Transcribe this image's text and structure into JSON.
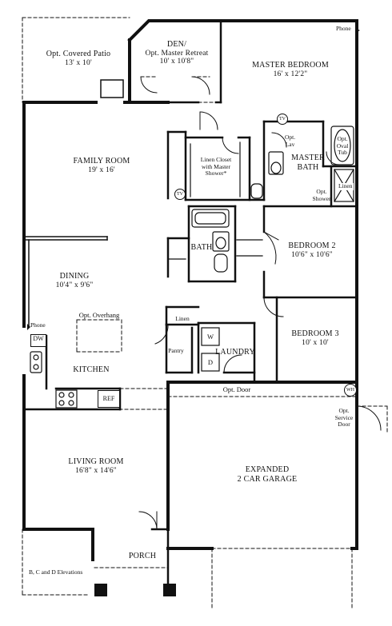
{
  "rooms": {
    "patio": {
      "name": "Opt. Covered Patio",
      "dims": "13' x 10'"
    },
    "den": {
      "name": "DEN/",
      "sub": "Opt. Master Retreat",
      "dims": "10' x 10'8\""
    },
    "master_bedroom": {
      "name": "MASTER BEDROOM",
      "dims": "16' x 12'2\""
    },
    "family_room": {
      "name": "FAMILY ROOM",
      "dims": "19' x 16'"
    },
    "master_bath": {
      "name": "MASTER",
      "name2": "BATH"
    },
    "linen_closet": {
      "line1": "Linen Closet",
      "line2": "with Master",
      "line3": "Shower*"
    },
    "bath": {
      "name": "BATH"
    },
    "bedroom2": {
      "name": "BEDROOM 2",
      "dims": "10'6\" x 10'6\""
    },
    "dining": {
      "name": "DINING",
      "dims": "10'4\" x 9'6\""
    },
    "bedroom3": {
      "name": "BEDROOM 3",
      "dims": "10' x 10'"
    },
    "kitchen": {
      "name": "KITCHEN"
    },
    "laundry": {
      "name": "LAUNDRY"
    },
    "living_room": {
      "name": "LIVING ROOM",
      "dims": "16'8\" x 14'6\""
    },
    "garage": {
      "name": "EXPANDED",
      "dims": "2 CAR GARAGE"
    },
    "porch": {
      "name": "PORCH"
    }
  },
  "labels": {
    "phone_top": "Phone",
    "phone_left": "Phone",
    "opt_lav": "Opt.",
    "opt_lav2": "Lav",
    "opt_oval_tub1": "Opt.",
    "opt_oval_tub2": "Oval",
    "opt_oval_tub3": "Tub",
    "linen_mbath": "Linen",
    "opt_shower1": "Opt.",
    "opt_shower2": "Shower",
    "opt_overhang": "Opt. Overhang",
    "dw": "DW",
    "linen_hall": "Linen",
    "pantry": "Pantry",
    "washer": "W",
    "dryer": "D",
    "ref": "REF",
    "opt_door": "Opt. Door",
    "wh": "WH",
    "service_door1": "Opt.",
    "service_door2": "Service",
    "service_door3": "Door",
    "tv1": "TV",
    "tv2": "TV",
    "elevations": "B, C and D Elevations"
  }
}
